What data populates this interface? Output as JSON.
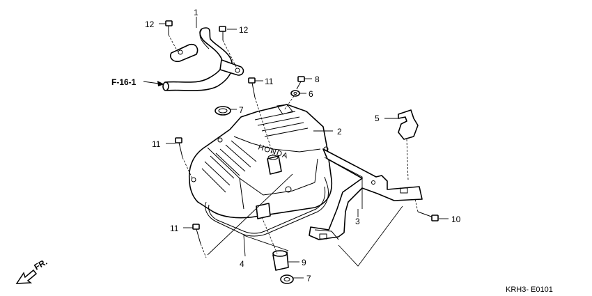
{
  "callouts": {
    "c1": "1",
    "c2": "2",
    "c3": "3",
    "c4": "4",
    "c5": "5",
    "c6": "6",
    "c7a": "7",
    "c7b": "7",
    "c8": "8",
    "c9": "9",
    "c10": "10",
    "c11a": "11",
    "c11b": "11",
    "c11c": "11",
    "c12a": "12",
    "c12b": "12"
  },
  "reference": "F-16-1",
  "direction": "FR.",
  "drawing_code": "KRH3- E0101",
  "cover_mark": "HONDA"
}
